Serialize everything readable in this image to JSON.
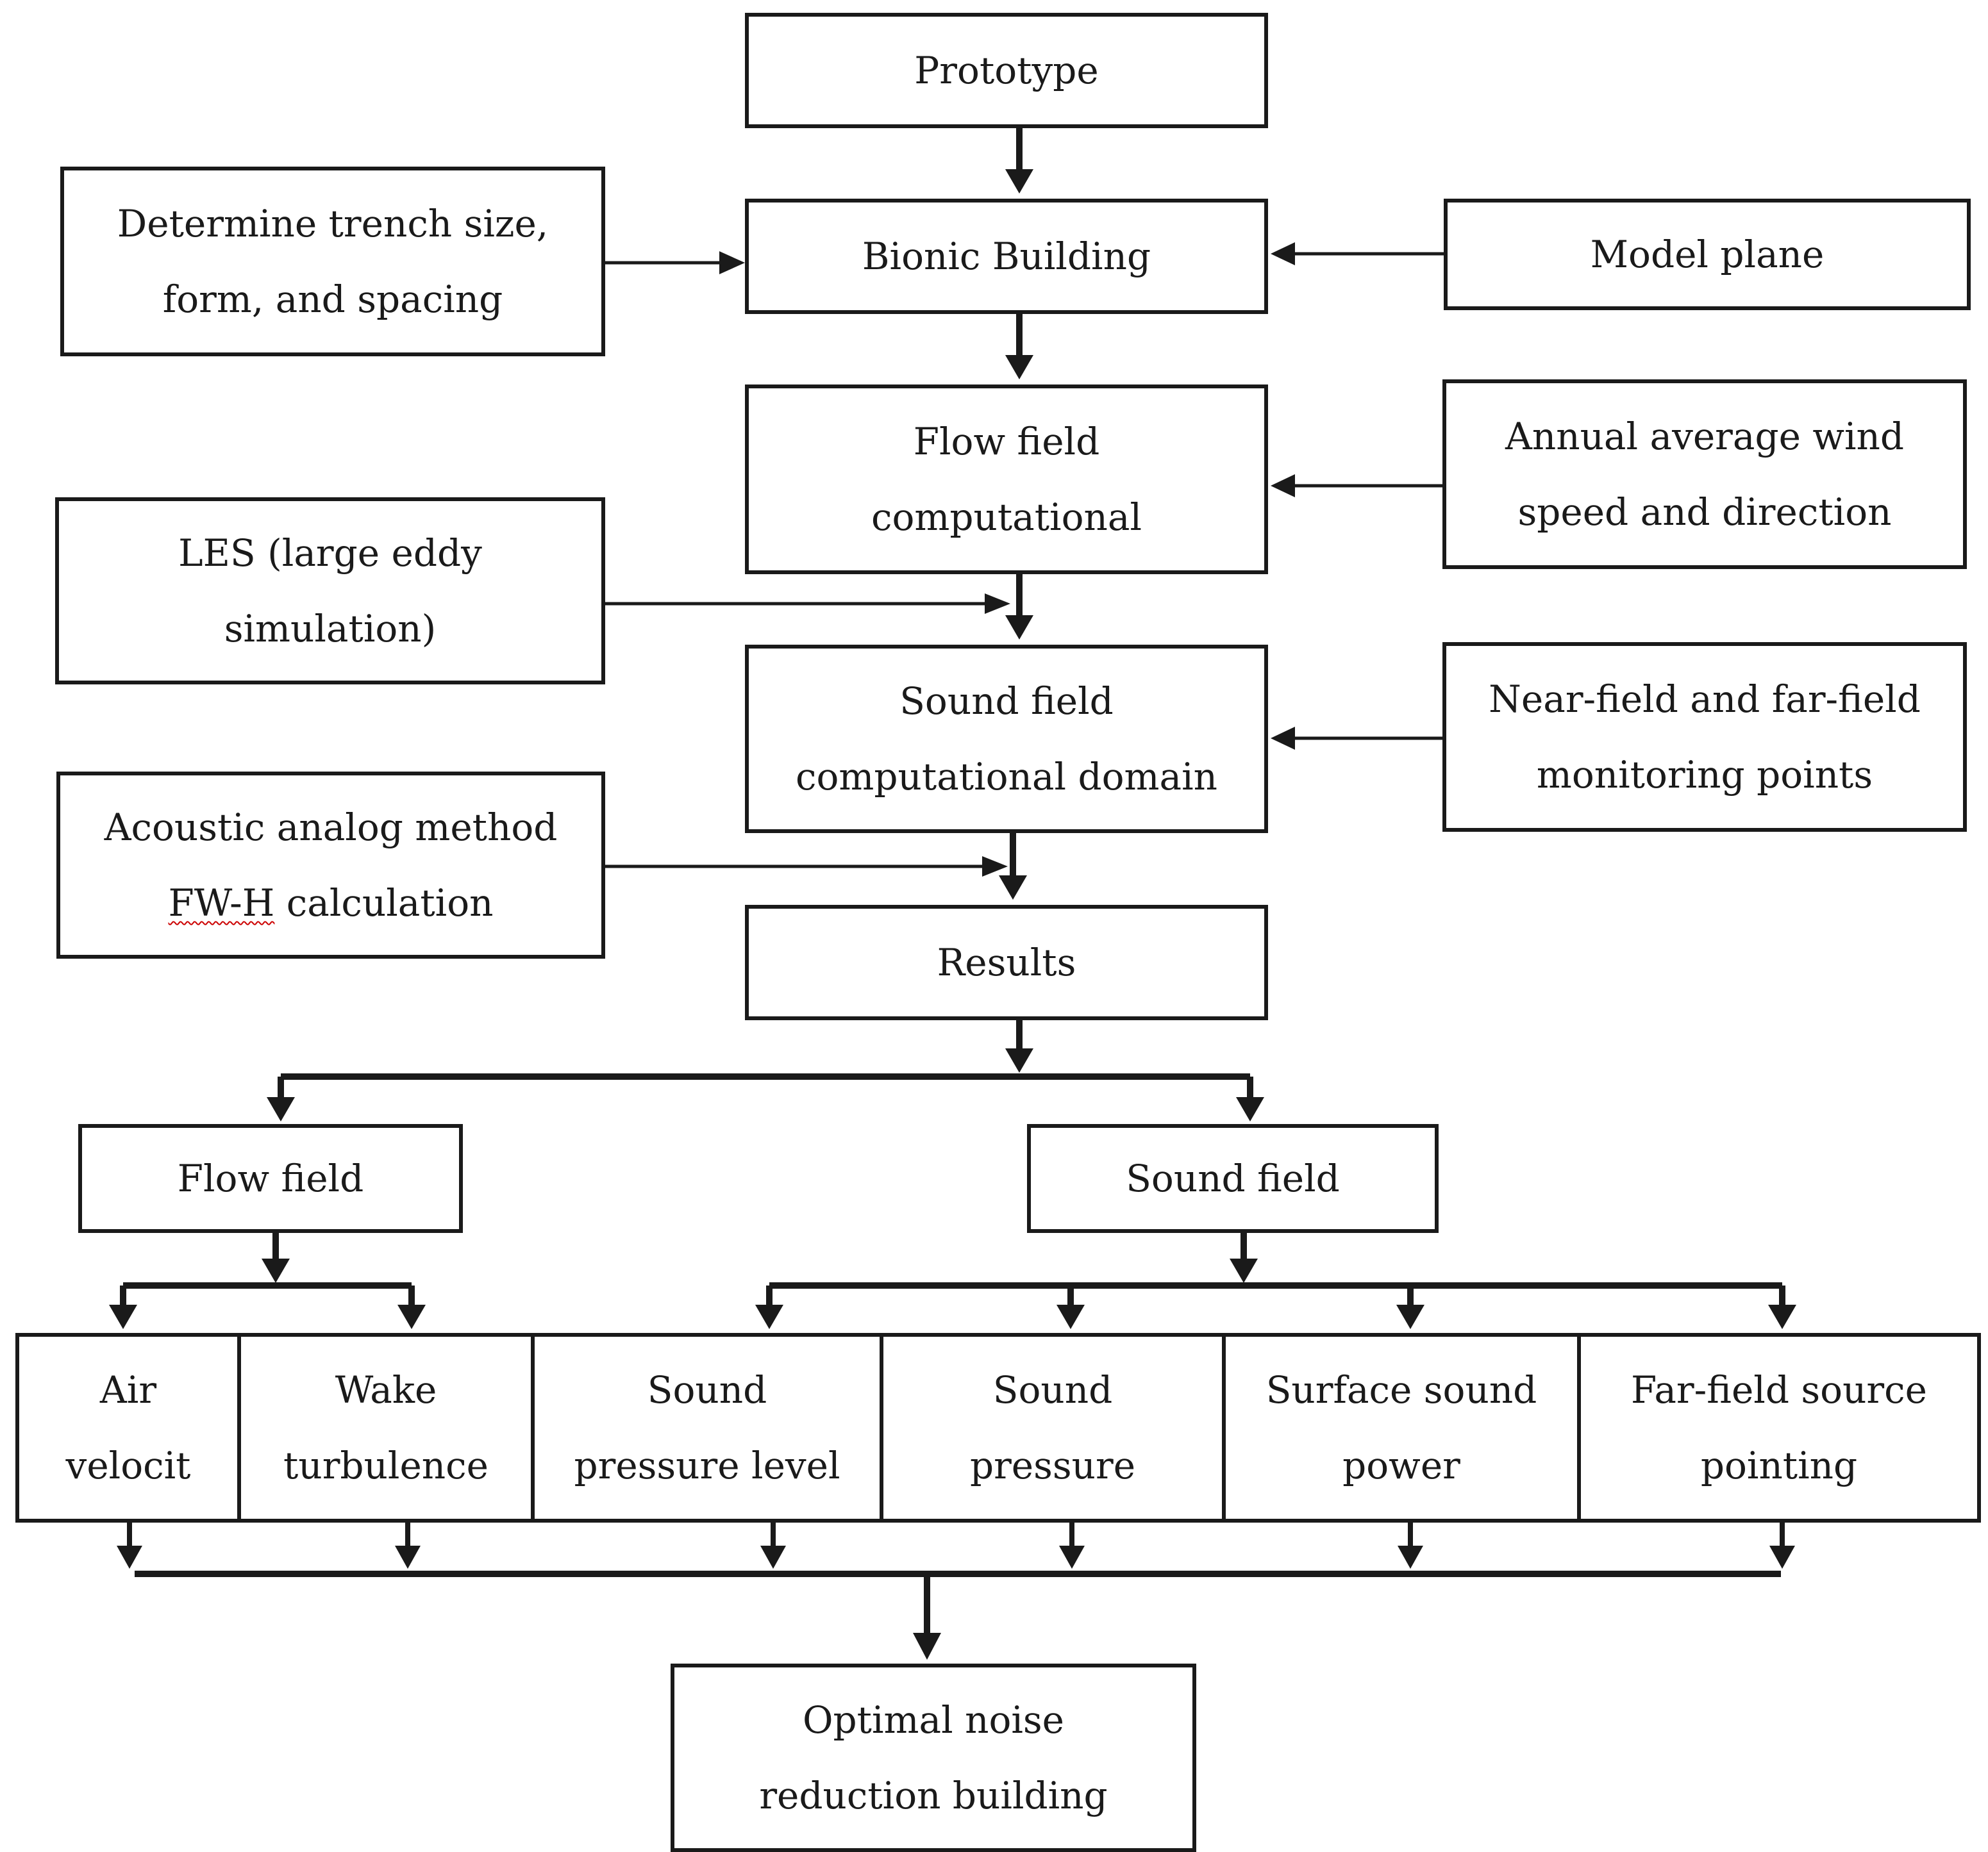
{
  "diagram": {
    "nodes": {
      "prototype": {
        "lines": [
          "Prototype"
        ]
      },
      "bionic_building": {
        "lines": [
          "Bionic Building"
        ]
      },
      "flow_field_computational": {
        "lines": [
          "Flow field",
          "computational"
        ]
      },
      "sound_field_computational_domain": {
        "lines": [
          "Sound field",
          "computational domain"
        ]
      },
      "results": {
        "lines": [
          "Results"
        ]
      },
      "trench": {
        "lines": [
          "Determine trench size,",
          "form, and spacing"
        ]
      },
      "les": {
        "lines": [
          "LES (large eddy",
          "simulation)"
        ]
      },
      "acoustic": {
        "lines": [
          "Acoustic analog method",
          "FW-H calculation"
        ]
      },
      "model_plane": {
        "lines": [
          "Model plane"
        ]
      },
      "wind": {
        "lines": [
          "Annual average wind",
          "speed and direction"
        ]
      },
      "monitoring": {
        "lines": [
          "Near-field and far-field",
          "monitoring points"
        ]
      },
      "flow_field": {
        "lines": [
          "Flow field"
        ]
      },
      "sound_field": {
        "lines": [
          "Sound field"
        ]
      },
      "air_velocity": {
        "lines": [
          "Air",
          "velocit"
        ]
      },
      "wake_turbulence": {
        "lines": [
          "Wake",
          "turbulence"
        ]
      },
      "sound_pressure_level": {
        "lines": [
          "Sound",
          "pressure level"
        ]
      },
      "sound_pressure": {
        "lines": [
          "Sound",
          "pressure"
        ]
      },
      "surface_sound_power": {
        "lines": [
          "Surface sound",
          "power"
        ]
      },
      "far_field_source_pointing": {
        "lines": [
          "Far-field source",
          "pointing"
        ]
      },
      "optimal": {
        "lines": [
          "Optimal noise",
          "reduction building"
        ]
      }
    },
    "colors": {
      "line": "#1a1a1a",
      "spellcheck_underline": "#cc0000"
    }
  }
}
